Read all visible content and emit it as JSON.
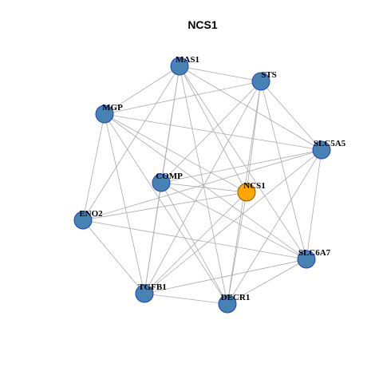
{
  "title": "NCS1",
  "colors": {
    "node_default": "#4682B4",
    "node_default_border": "#1f3fbf",
    "node_focus": "#FFA500",
    "node_focus_border": "#8a5a00",
    "edge": "#aaaaaa"
  },
  "nodes": [
    {
      "id": "MAS1",
      "label": "MAS1",
      "focus": false
    },
    {
      "id": "STS",
      "label": "STS",
      "focus": false
    },
    {
      "id": "MGP",
      "label": "MGP",
      "focus": false
    },
    {
      "id": "SLC5A5",
      "label": "SLC5A5",
      "focus": false
    },
    {
      "id": "COMP",
      "label": "COMP",
      "focus": false
    },
    {
      "id": "NCS1",
      "label": "NCS1",
      "focus": true
    },
    {
      "id": "ENO2",
      "label": "ENO2",
      "focus": false
    },
    {
      "id": "SLC6A7",
      "label": "SLC6A7",
      "focus": false
    },
    {
      "id": "TGFB1",
      "label": "TGFB1",
      "focus": false
    },
    {
      "id": "DECR1",
      "label": "DECR1",
      "focus": false
    }
  ],
  "edges": [
    [
      "MAS1",
      "STS"
    ],
    [
      "MAS1",
      "MGP"
    ],
    [
      "MAS1",
      "SLC5A5"
    ],
    [
      "MAS1",
      "COMP"
    ],
    [
      "MAS1",
      "NCS1"
    ],
    [
      "MAS1",
      "ENO2"
    ],
    [
      "MAS1",
      "SLC6A7"
    ],
    [
      "MAS1",
      "TGFB1"
    ],
    [
      "MAS1",
      "DECR1"
    ],
    [
      "STS",
      "MGP"
    ],
    [
      "STS",
      "SLC5A5"
    ],
    [
      "STS",
      "COMP"
    ],
    [
      "STS",
      "NCS1"
    ],
    [
      "STS",
      "SLC6A7"
    ],
    [
      "STS",
      "TGFB1"
    ],
    [
      "STS",
      "DECR1"
    ],
    [
      "MGP",
      "SLC5A5"
    ],
    [
      "MGP",
      "NCS1"
    ],
    [
      "MGP",
      "ENO2"
    ],
    [
      "MGP",
      "SLC6A7"
    ],
    [
      "MGP",
      "TGFB1"
    ],
    [
      "MGP",
      "DECR1"
    ],
    [
      "SLC5A5",
      "COMP"
    ],
    [
      "SLC5A5",
      "ENO2"
    ],
    [
      "SLC5A5",
      "SLC6A7"
    ],
    [
      "SLC5A5",
      "TGFB1"
    ],
    [
      "SLC5A5",
      "DECR1"
    ],
    [
      "COMP",
      "NCS1"
    ],
    [
      "COMP",
      "SLC6A7"
    ],
    [
      "COMP",
      "TGFB1"
    ],
    [
      "COMP",
      "DECR1"
    ],
    [
      "NCS1",
      "ENO2"
    ],
    [
      "NCS1",
      "TGFB1"
    ],
    [
      "NCS1",
      "DECR1"
    ],
    [
      "ENO2",
      "SLC6A7"
    ],
    [
      "ENO2",
      "TGFB1"
    ],
    [
      "SLC6A7",
      "TGFB1"
    ],
    [
      "SLC6A7",
      "DECR1"
    ],
    [
      "TGFB1",
      "DECR1"
    ]
  ]
}
